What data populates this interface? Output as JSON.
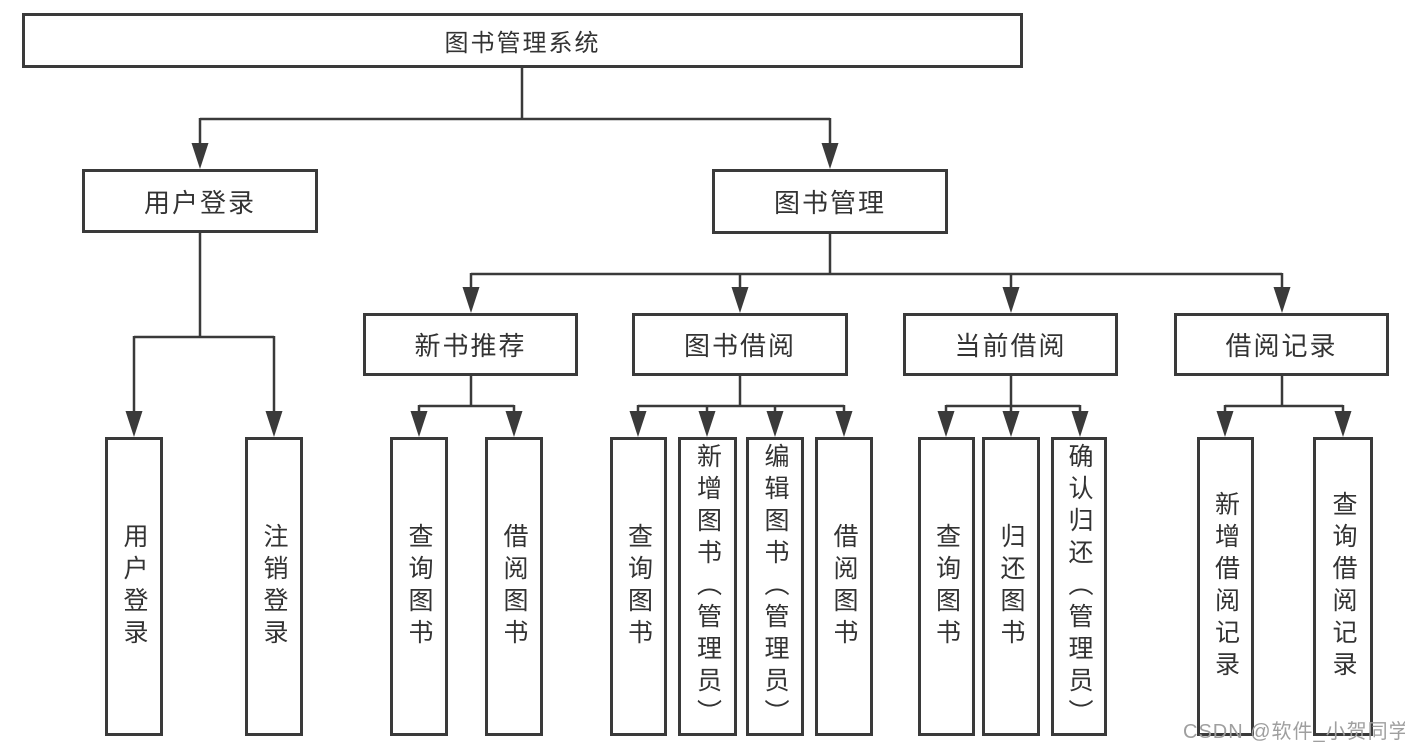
{
  "diagram": {
    "title": "图书管理系统",
    "branches": [
      {
        "label": "用户登录",
        "leaves": [
          "用户登录",
          "注销登录"
        ]
      },
      {
        "label": "图书管理",
        "groups": [
          {
            "label": "新书推荐",
            "leaves": [
              "查询图书",
              "借阅图书"
            ]
          },
          {
            "label": "图书借阅",
            "leaves": [
              "查询图书",
              "新增图书（管理员）",
              "编辑图书（管理员）",
              "借阅图书"
            ]
          },
          {
            "label": "当前借阅",
            "leaves": [
              "查询图书",
              "归还图书",
              "确认归还（管理员）"
            ]
          },
          {
            "label": "借阅记录",
            "leaves": [
              "新增借阅记录",
              "查询借阅记录"
            ]
          }
        ]
      }
    ]
  },
  "watermark": {
    "text": "CSDN @软件_小贺同学"
  },
  "colors": {
    "line": "#3a3a3a",
    "text": "#333333",
    "box-border": "#3a3a3a",
    "box-bg": "#ffffff",
    "watermark": "#9f9f9f",
    "bg": "#ffffff"
  }
}
